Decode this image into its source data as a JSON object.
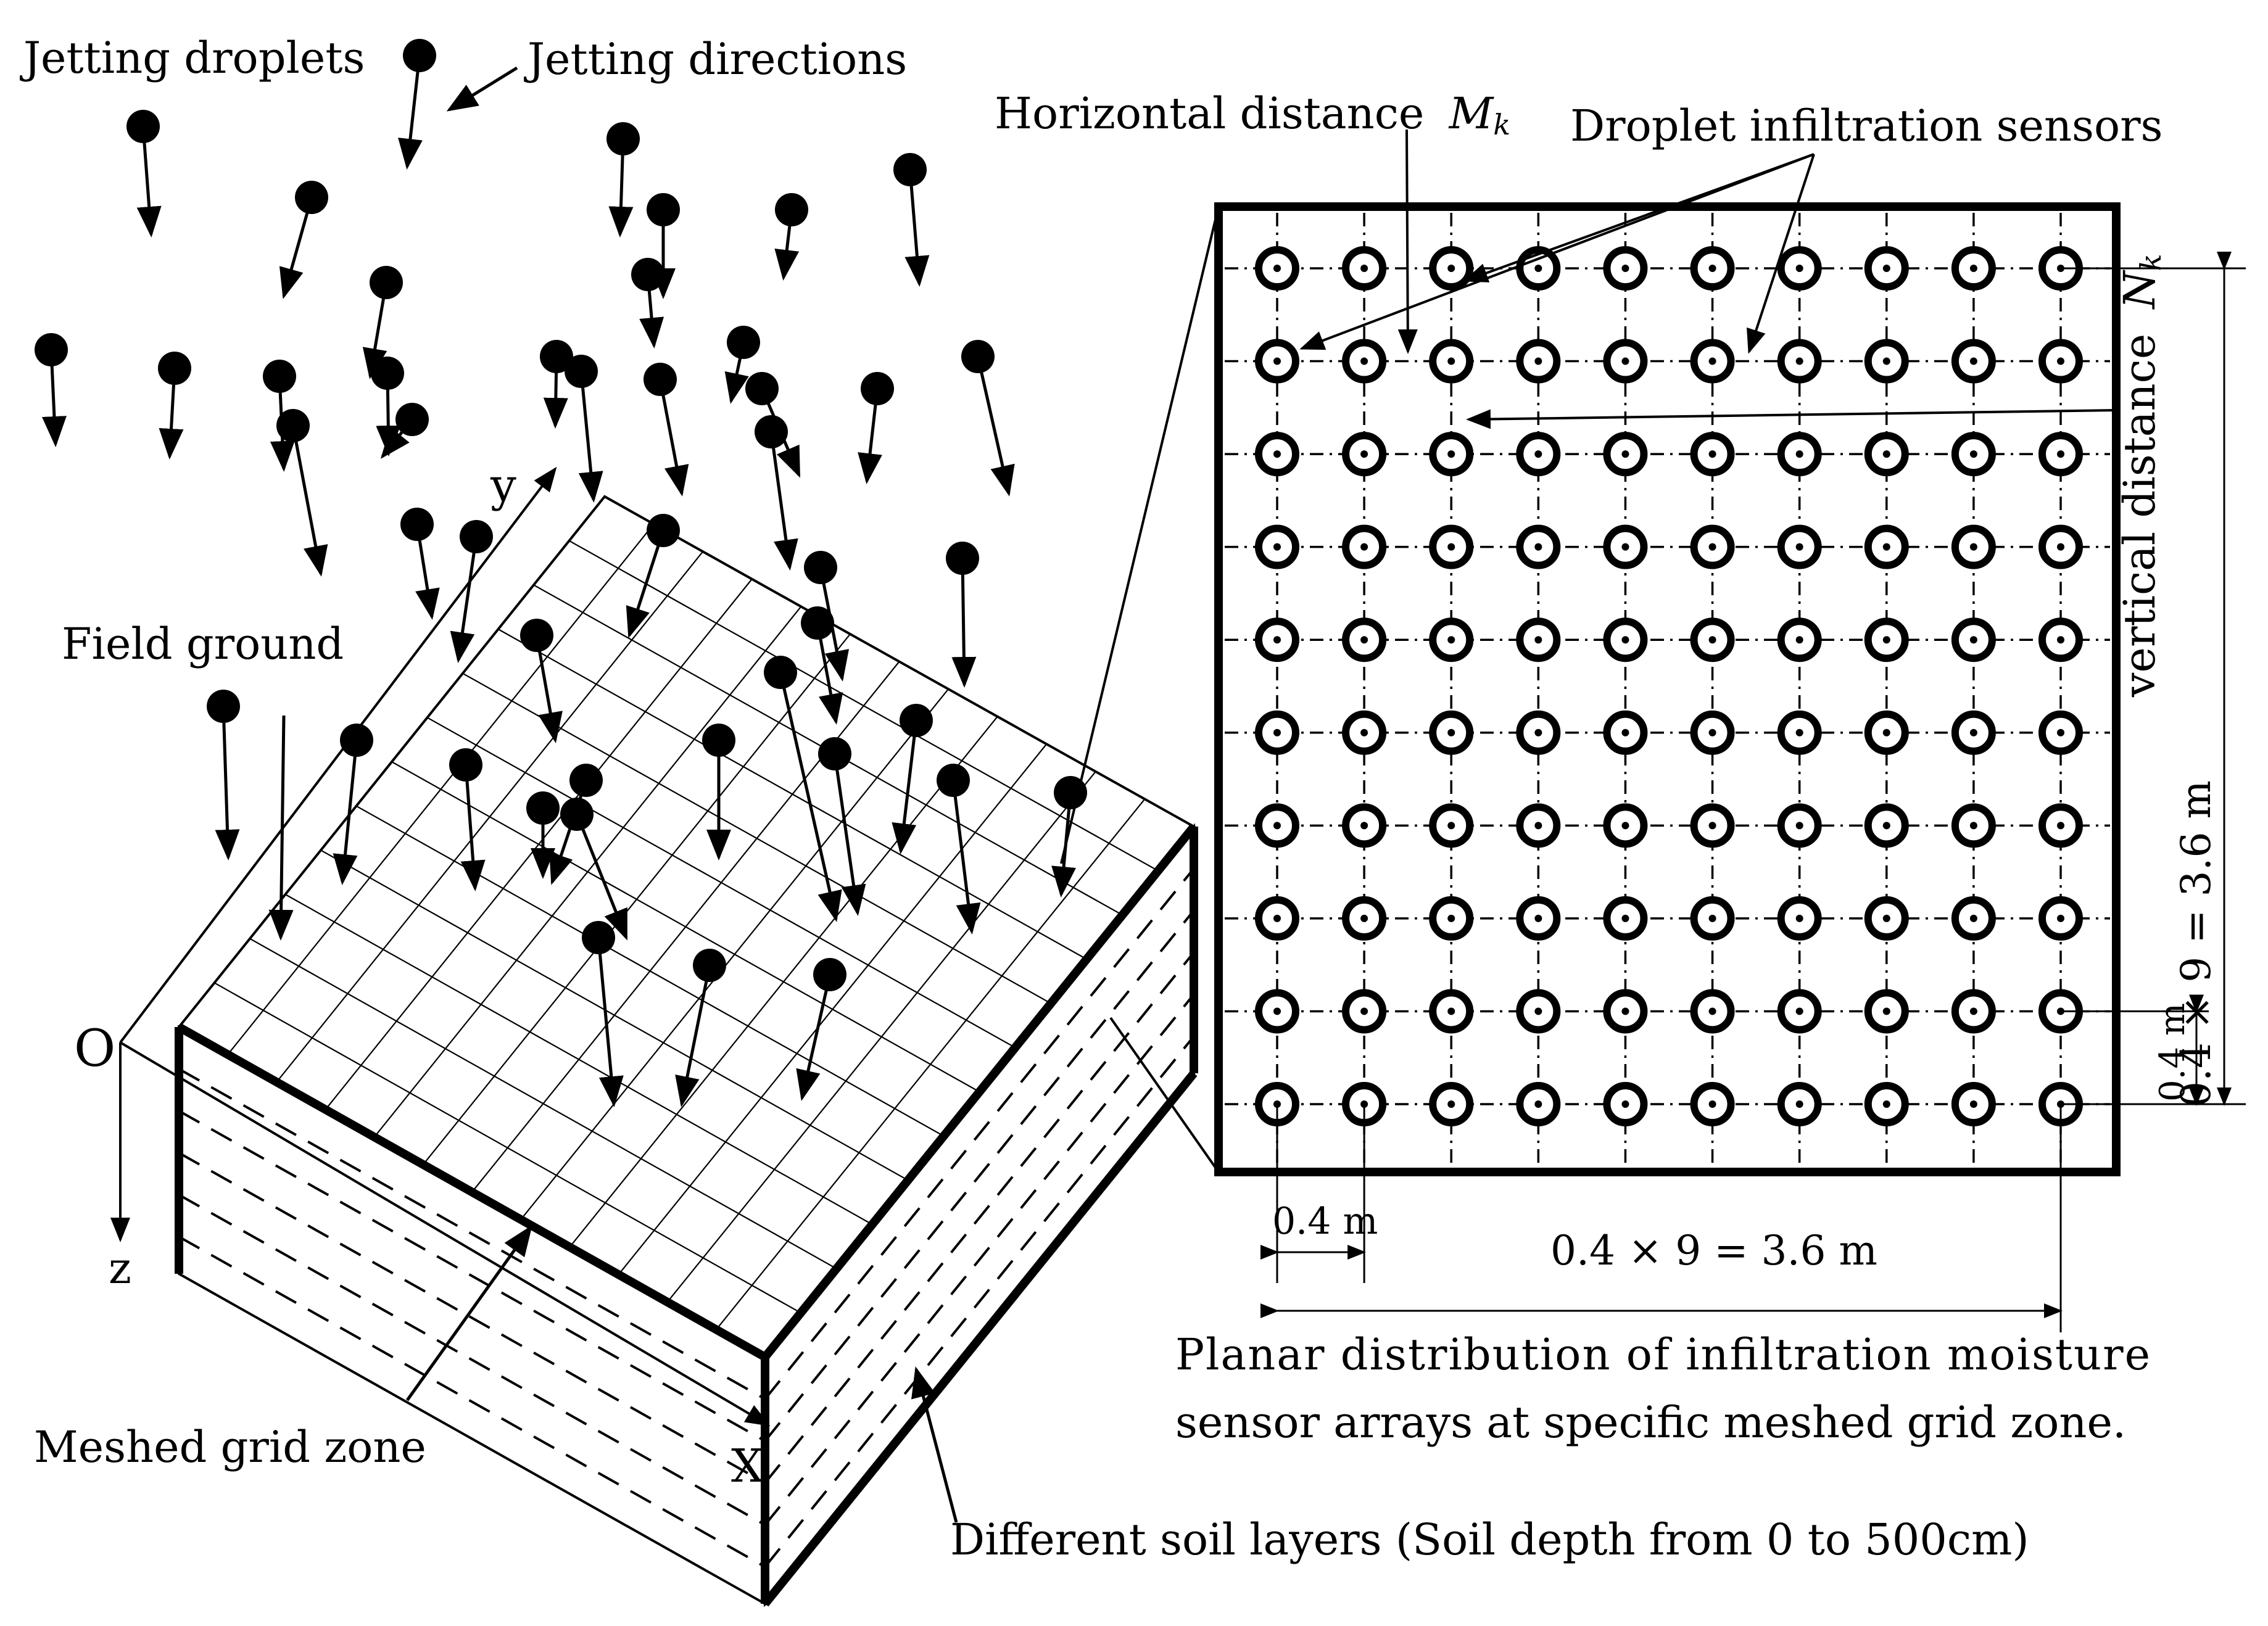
{
  "labels": {
    "jetting_droplets": "Jetting droplets",
    "jetting_directions": "Jetting directions",
    "horizontal_distance": "Horizontal distance",
    "horizontal_distance_symbol": "M",
    "horizontal_distance_subscript": "k",
    "droplet_sensors": "Droplet infiltration sensors",
    "field_ground": "Field ground",
    "vertical_distance": "vertical distance",
    "vertical_distance_symbol": "N",
    "vertical_distance_subscript": "k",
    "vertical_total": "0.4 × 9 = 3.6 m",
    "vertical_spacing": "0.4 m",
    "horizontal_spacing": "0.4 m",
    "horizontal_total": "0.4 × 9 = 3.6 m",
    "caption_line1": "Planar distribution of infiltration moisture",
    "caption_line2": "sensor arrays at specific meshed grid zone.",
    "meshed_grid_zone": "Meshed grid zone",
    "soil_layers": "Different soil layers (Soil depth from 0 to 500cm)",
    "axis_origin": "O",
    "axis_y": "y",
    "axis_z": "z",
    "axis_x": "X"
  },
  "sensor_grid": {
    "rows": 10,
    "cols": 10,
    "spacing_m": 0.4,
    "total_m": 3.6
  },
  "colors": {
    "ink": "#000000",
    "background": "#ffffff"
  }
}
